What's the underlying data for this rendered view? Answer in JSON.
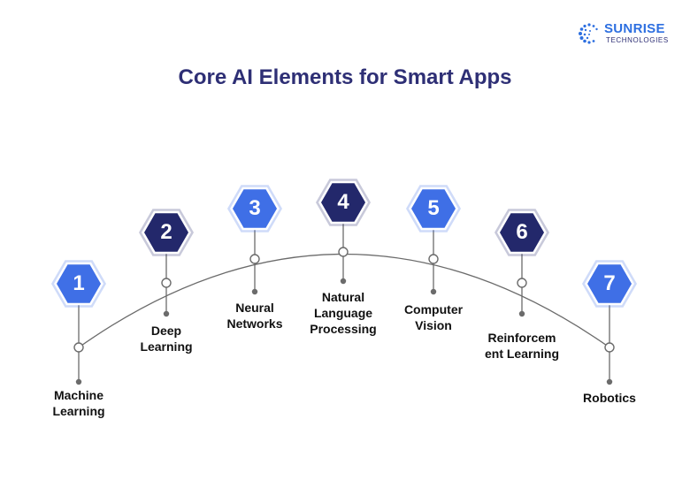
{
  "header": {
    "title": "Core AI Elements for Smart Apps"
  },
  "logo": {
    "brand": "SUNRISE",
    "tagline": "TECHNOLOGIES",
    "icon": "sunrise-dots-icon"
  },
  "colors": {
    "title": "#2e2f75",
    "blue_hex": "#3f6fe6",
    "navy_hex": "#23286b",
    "line": "#6b6b6b"
  },
  "steps": [
    {
      "number": "1",
      "label": "Machine\nLearning",
      "style": "blue"
    },
    {
      "number": "2",
      "label": "Deep\nLearning",
      "style": "navy"
    },
    {
      "number": "3",
      "label": "Neural\nNetworks",
      "style": "blue"
    },
    {
      "number": "4",
      "label": "Natural\nLanguage\nProcessing",
      "style": "navy"
    },
    {
      "number": "5",
      "label": "Computer\nVision",
      "style": "blue"
    },
    {
      "number": "6",
      "label": "Reinforcem\nent Learning",
      "style": "navy"
    },
    {
      "number": "7",
      "label": "Robotics",
      "style": "blue"
    }
  ]
}
